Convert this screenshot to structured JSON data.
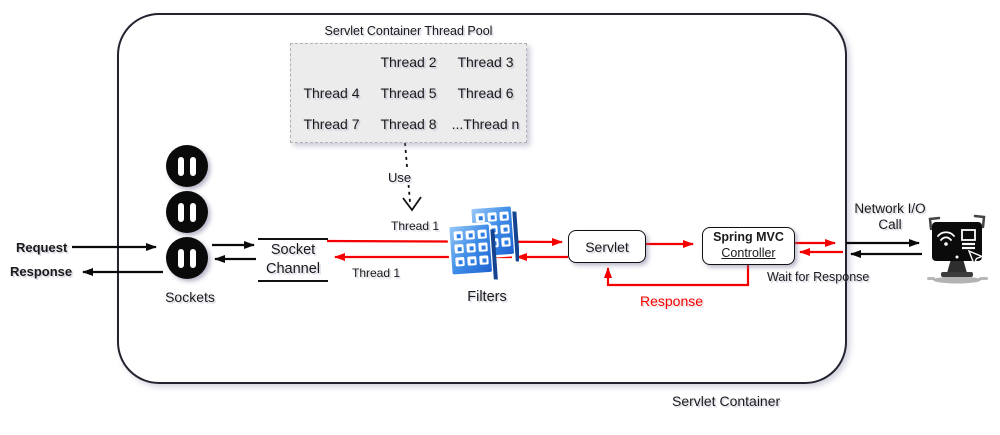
{
  "diagram": {
    "container_label": "Servlet Container",
    "thread_pool": {
      "title": "Servlet Container Thread Pool",
      "cells": [
        "",
        "Thread 2",
        "Thread 3",
        "Thread 4",
        "Thread 5",
        "Thread 6",
        "Thread 7",
        "Thread 8",
        "...Thread n"
      ]
    },
    "left": {
      "request": "Request",
      "response": "Response",
      "sockets": "Sockets"
    },
    "socket_channel": {
      "line1": "Socket",
      "line2": "Channel"
    },
    "labels": {
      "use": "Use",
      "thread1_upper": "Thread 1",
      "thread1_lower": "Thread 1",
      "filters": "Filters",
      "response_feedback": "Response",
      "wait_for_response": "Wait for Response",
      "network_io_line1": "Network I/O",
      "network_io_line2": "Call"
    },
    "boxes": {
      "servlet": "Servlet",
      "spring_mvc_line1": "Spring MVC",
      "spring_mvc_line2": "Controller"
    },
    "icons": {
      "sockets": "pause-socket-icon",
      "filters": "filter-grid-icon",
      "client": "computer-monitor-icon"
    },
    "colors": {
      "flow_black": "#0a0a0a",
      "flow_red": "#f50000",
      "container_border": "#23242f",
      "thread_pool_bg": "#ececec",
      "filters_blue": "#2f7de1"
    }
  }
}
